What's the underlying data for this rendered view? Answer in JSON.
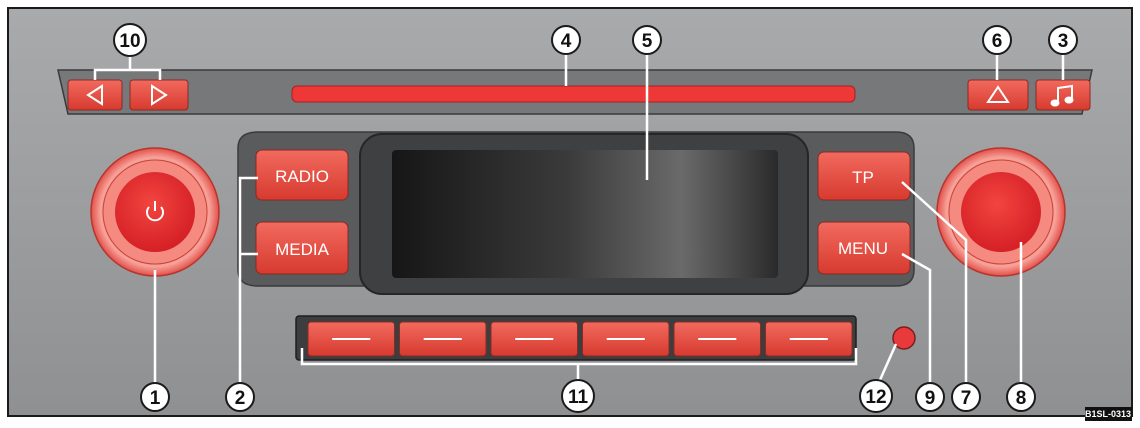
{
  "colors": {
    "panel": "#9c9d9f",
    "panel_light": "#b2b3b5",
    "slot_bg": "#6e7072",
    "bezel": "#4a4b4d",
    "screen_dark": "#1e1e1e",
    "screen_light": "#787878",
    "button_red": "#e8463a",
    "button_red_dark": "#c22f25",
    "slot_red": "#ee3b3b",
    "knob_red": "#e63334",
    "outline": "#1a1a1a",
    "callout_fill": "#ffffff",
    "ref_bg": "#111111"
  },
  "buttons": {
    "radio": "RADIO",
    "media": "MEDIA",
    "tp": "TP",
    "menu": "MENU"
  },
  "icons": {
    "seek_back": "triangle-left-icon",
    "seek_forward": "triangle-right-icon",
    "eject": "eject-icon",
    "sound": "music-note-icon",
    "power": "power-icon"
  },
  "callouts": [
    "1",
    "2",
    "3",
    "4",
    "5",
    "6",
    "7",
    "8",
    "9",
    "10",
    "11",
    "12"
  ],
  "preset_count": 6,
  "reference_code": "B1SL-0313"
}
